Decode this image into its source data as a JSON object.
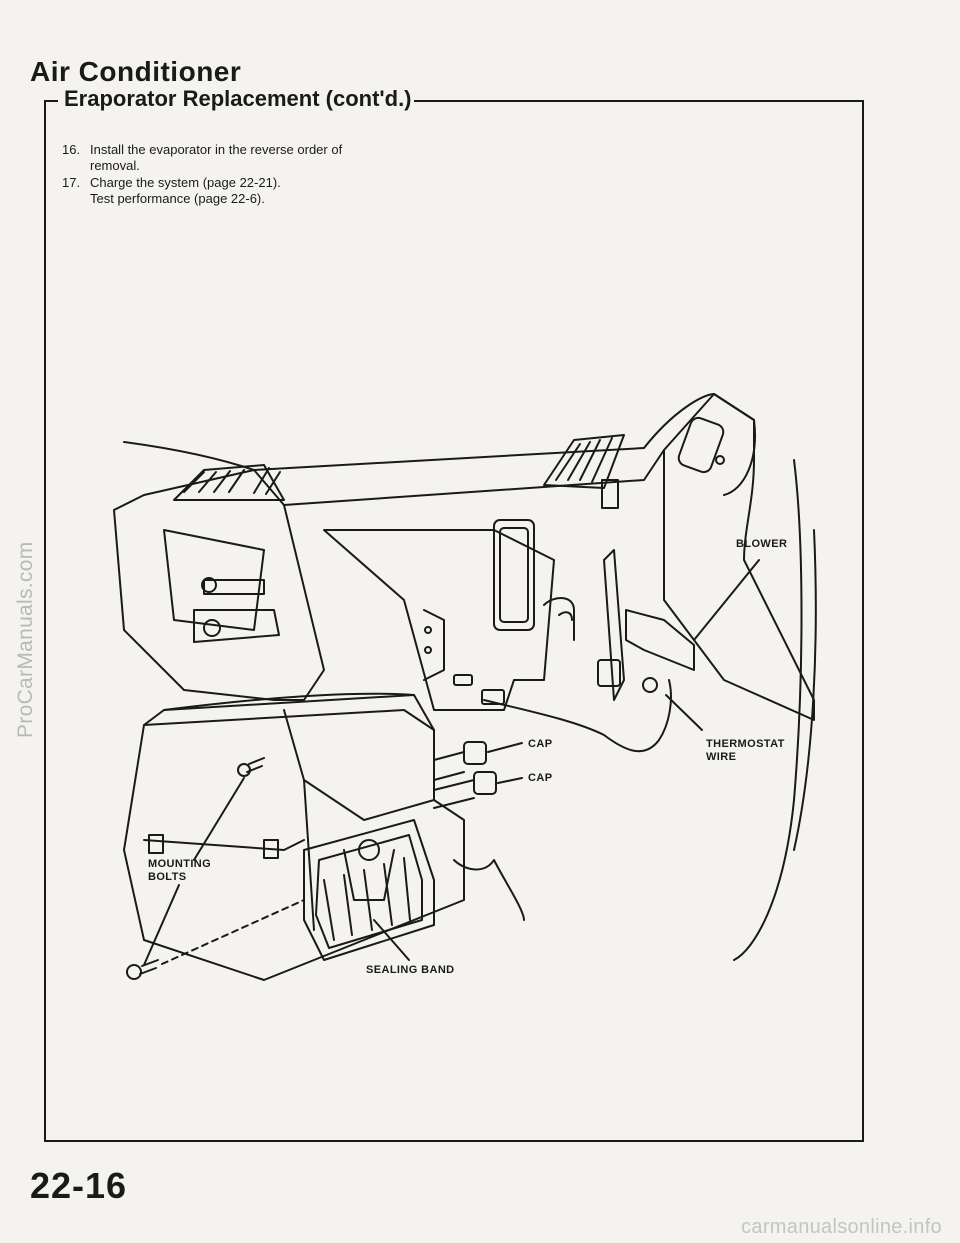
{
  "watermarks": {
    "side": "ProCarManuals.com",
    "footer": "carmanualsonline.info"
  },
  "page_title": "Air Conditioner",
  "section_title": "Eraporator Replacement (cont'd.)",
  "steps": [
    {
      "number": "16.",
      "lines": [
        "Install the evaporator in the reverse order of",
        "removal."
      ]
    },
    {
      "number": "17.",
      "lines": [
        "Charge the system (page 22-21).",
        "Test performance (page 22-6)."
      ]
    }
  ],
  "figure": {
    "callouts": {
      "blower": "BLOWER",
      "cap_upper": "CAP",
      "cap_lower": "CAP",
      "thermostat_wire": [
        "THERMOSTAT",
        "WIRE"
      ],
      "mounting_bolts": [
        "MOUNTING",
        "BOLTS"
      ],
      "sealing_band": "SEALING BAND"
    }
  },
  "page_number": "22-16"
}
